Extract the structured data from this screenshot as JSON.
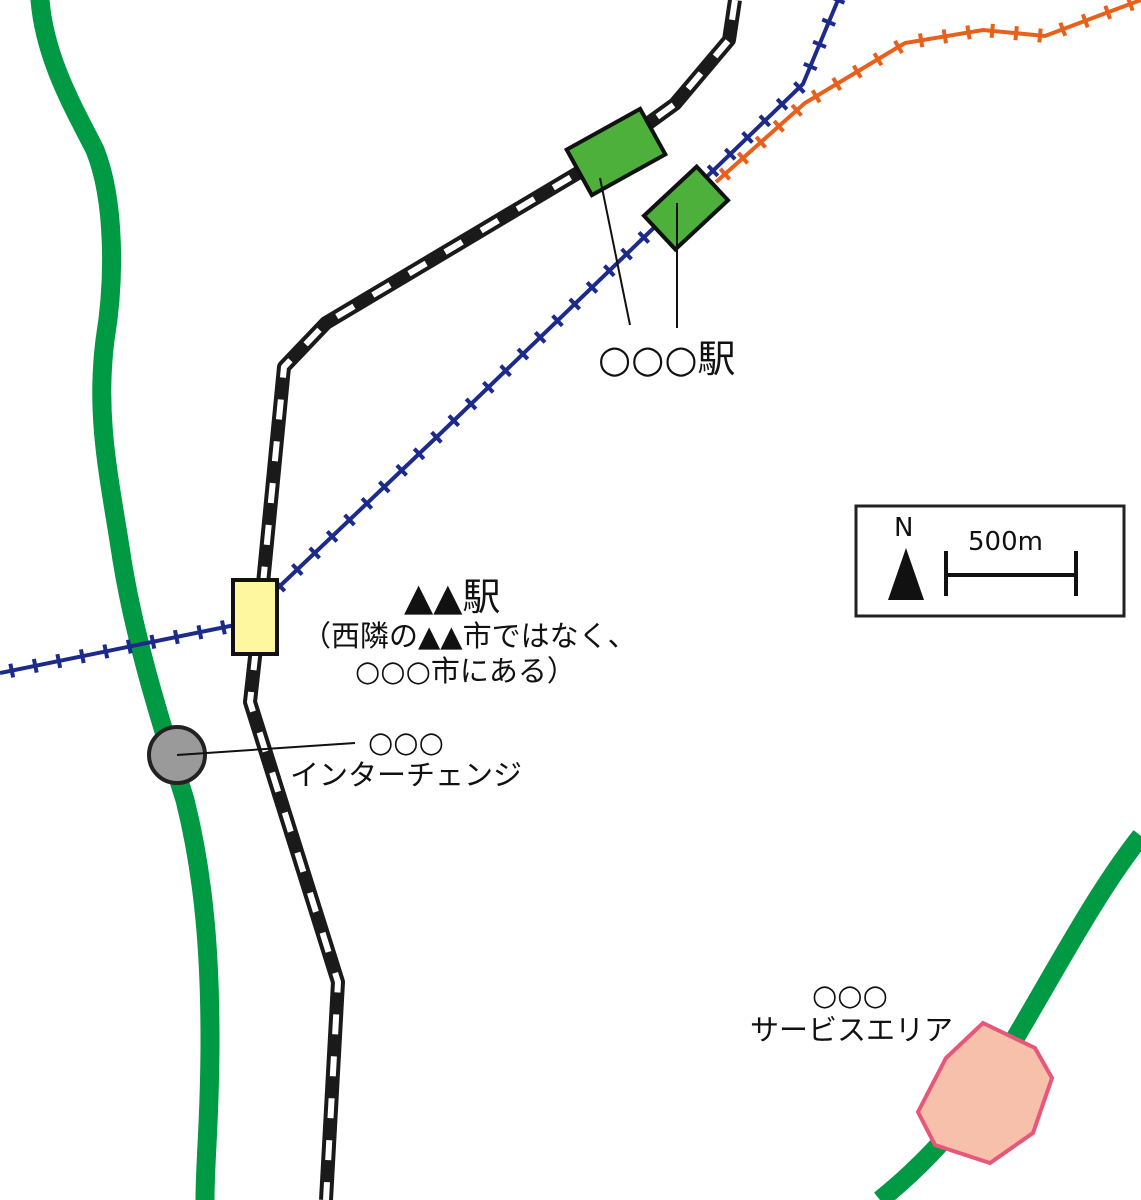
{
  "colors": {
    "expressway": "#009944",
    "jr_line": "#1a1a1a",
    "jr_line_dash": "#ffffff",
    "blue_line": "#1c2a8c",
    "orange_line": "#e8601c",
    "station_green": "#4db03a",
    "station_yellow": "#fff7a0",
    "interchange": "#9a9a9a",
    "service_area_fill": "#f6c0ab",
    "service_area_stroke": "#e8577a",
    "ink": "#111111"
  },
  "labels": {
    "ooo_station": "○○○駅",
    "aa_station": "▲▲駅",
    "aa_station_note_1": "（西隣の▲▲市ではなく、",
    "aa_station_note_2": "○○○市にある）",
    "interchange_name": "○○○",
    "interchange_type": "インターチェンジ",
    "service_area_name": "○○○",
    "service_area_type": "サービスエリア"
  },
  "legend": {
    "north_label": "N",
    "scale_label": "500m",
    "north_icon": "north-arrow-icon"
  }
}
